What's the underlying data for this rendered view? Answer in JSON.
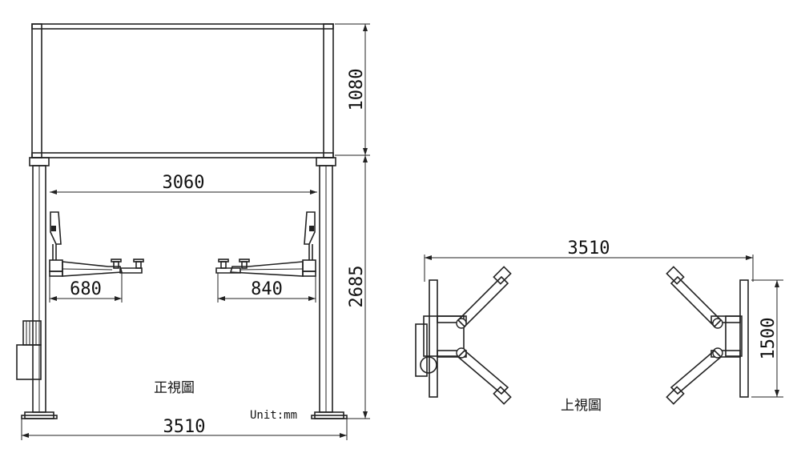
{
  "front_view": {
    "title": "正視圖",
    "unit": "Unit:mm",
    "dim_overall_width": "3510",
    "dim_inner_width": "3060",
    "dim_top_height": "1080",
    "dim_column_height": "2685",
    "dim_left_arm": "680",
    "dim_right_arm": "840"
  },
  "top_view": {
    "title": "上視圖",
    "dim_width": "3510",
    "dim_depth": "1500"
  }
}
